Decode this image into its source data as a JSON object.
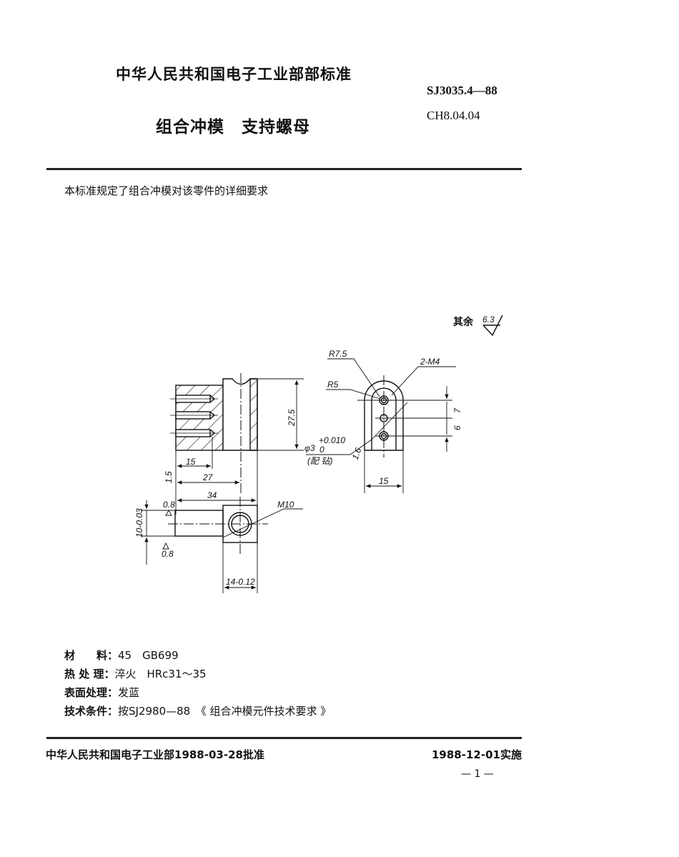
{
  "header": {
    "organization": "中华人民共和国电子工业部部标准",
    "standard_code": "SJ3035.4—88",
    "classification_code": "CH8.04.04",
    "title": "组合冲模　支持螺母"
  },
  "intro": "本标准规定了组合冲模对该零件的详细要求",
  "roughness_note": {
    "label": "其余",
    "value": "6.3"
  },
  "drawing": {
    "front_view": {
      "height": "27.5",
      "dim_15": "15",
      "dim_27": "27",
      "dim_34": "34",
      "chamfer": "1.5"
    },
    "side_view": {
      "r_outer": "R7.5",
      "r_inner": "R5",
      "thread": "2-M4",
      "pitch_top": "7",
      "pitch_bottom": "6",
      "width": "15",
      "hole": "φ3",
      "hole_tol_upper": "+0.010",
      "hole_tol_lower": "0",
      "hole_note": "(配 钻)",
      "roughness": "1.6"
    },
    "top_view": {
      "thread": "M10",
      "diameter": "10-0.03",
      "width": "14-0.12",
      "roughness_top": "0.8",
      "roughness_bottom": "0.8"
    }
  },
  "specs": [
    {
      "label": "材　　料：",
      "value": "45　GB699"
    },
    {
      "label": "热 处 理：",
      "value": "淬火　HRc31～35"
    },
    {
      "label": "表面处理：",
      "value": "发蓝"
    },
    {
      "label": "技术条件：",
      "value": "按SJ2980—88　《 组合冲模元件技术要求 》"
    }
  ],
  "footer": {
    "approval": "中华人民共和国电子工业部1988-03-28批准",
    "implementation": "1988-12-01实施",
    "page_number": "— 1 —"
  }
}
